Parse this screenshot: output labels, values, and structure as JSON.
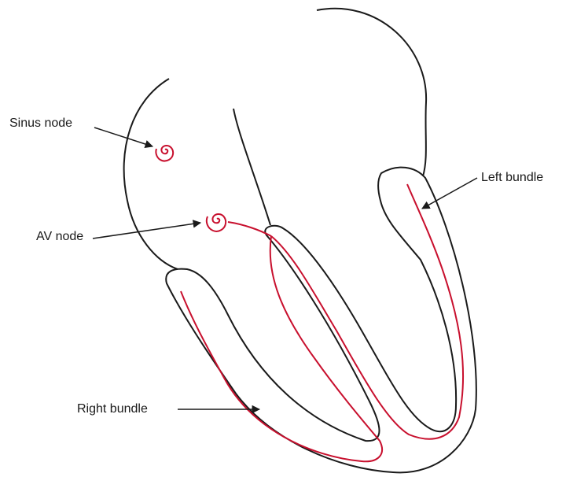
{
  "labels": {
    "sinus_node": "Sinus node",
    "av_node": "AV node",
    "left_bundle": "Left bundle",
    "right_bundle": "Right bundle"
  },
  "colors": {
    "outline": "#1a1a1a",
    "conduction": "#c8102e",
    "background": "#ffffff"
  }
}
